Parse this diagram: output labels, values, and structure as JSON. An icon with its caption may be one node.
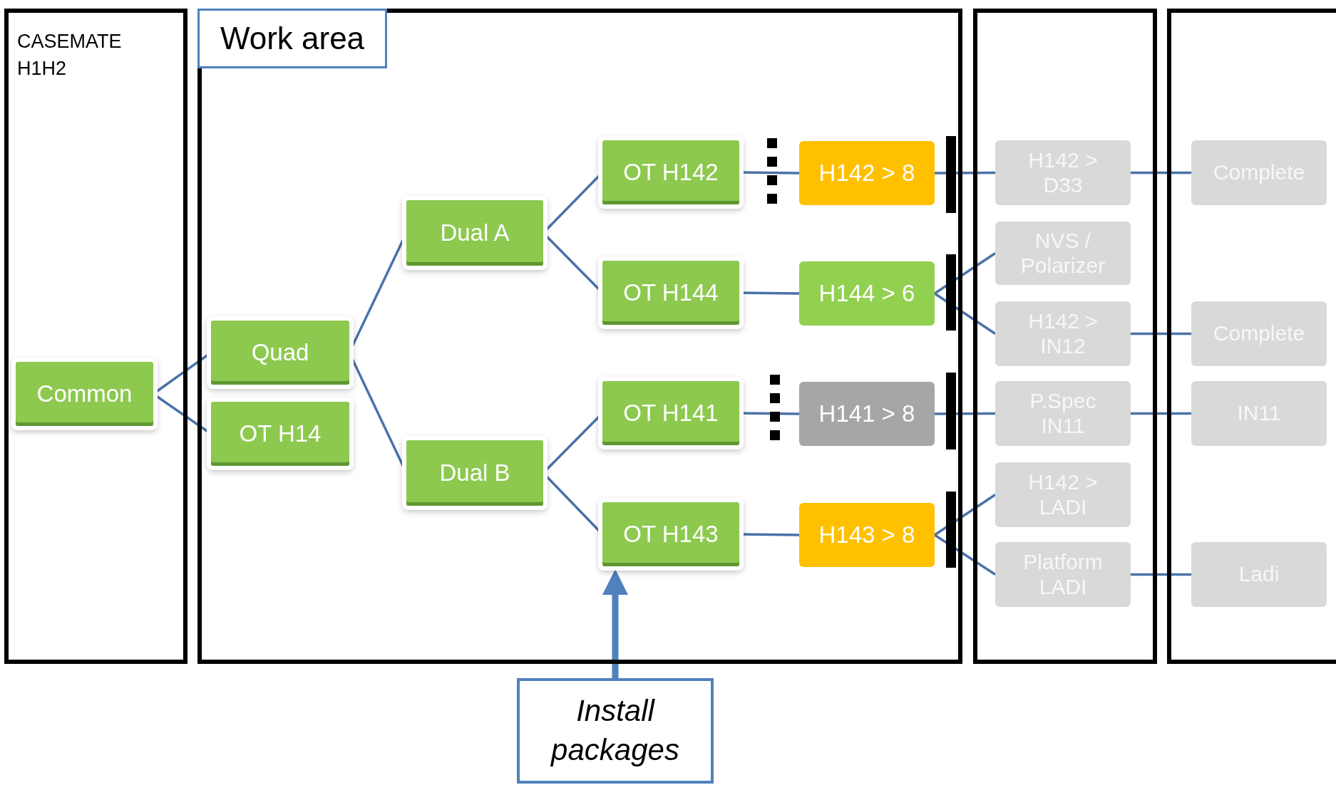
{
  "diagram": {
    "nodes": [
      {
        "text": [
          "CASEMATE H1H2"
        ]
      },
      {
        "text": [],
        "shape": "box"
      },
      {
        "text": [],
        "shape": "box"
      },
      {
        "text": [],
        "shape": "box"
      },
      {
        "text": [
          "Work area"
        ],
        "in": 1
      },
      {
        "text": [
          "Common"
        ],
        "in": 0
      },
      {
        "text": [
          "Quad"
        ],
        "in": 1
      },
      {
        "text": [
          "OT H14"
        ],
        "in": 1
      },
      {
        "text": [
          "Dual A"
        ],
        "in": 1
      },
      {
        "text": [
          "Dual B"
        ],
        "in": 1
      },
      {
        "text": [
          "OT H142"
        ],
        "in": 1
      },
      {
        "text": [
          "OT H144"
        ],
        "in": 1
      },
      {
        "text": [
          "OT H141"
        ],
        "in": 1
      },
      {
        "text": [
          "OT H143"
        ],
        "in": 1
      },
      {
        "text": [
          "H142 > 8"
        ],
        "in": 1
      },
      {
        "text": [
          "H144 > 6"
        ],
        "in": 1
      },
      {
        "text": [
          "H141 > 8"
        ],
        "in": 1
      },
      {
        "text": [
          "H143 > 8"
        ],
        "in": 1
      },
      {
        "text": [
          "H142 > D33"
        ],
        "in": 2
      },
      {
        "text": [
          "NVS / Polarizer"
        ],
        "in": 2
      },
      {
        "text": [
          "H142 > IN12"
        ],
        "in": 2
      },
      {
        "text": [
          "P.Spec IN11"
        ],
        "in": 2
      },
      {
        "text": [
          "H142 > LADI"
        ],
        "in": 2
      },
      {
        "text": [
          "Platform LADI"
        ],
        "in": 2
      },
      {
        "text": [
          "Complete"
        ],
        "in": 3
      },
      {
        "text": [
          "Complete"
        ],
        "in": 3
      },
      {
        "text": [
          "IN11"
        ],
        "in": 3
      },
      {
        "text": [
          "Ladi"
        ],
        "in": 3
      },
      {
        "text": [
          "Install packages"
        ]
      },
      {
        "text": [],
        "shape": "bar",
        "in": 1
      },
      {
        "text": [],
        "shape": "bar",
        "in": 1
      },
      {
        "text": [],
        "shape": "bar",
        "in": 1
      },
      {
        "text": [],
        "shape": "bar",
        "in": 1
      }
    ],
    "edges": [
      {
        "from": 5,
        "to": 6,
        "arrow": "none"
      },
      {
        "from": 5,
        "to": 7,
        "arrow": "none"
      },
      {
        "from": 6,
        "to": 8,
        "arrow": "none"
      },
      {
        "from": 6,
        "to": 9,
        "arrow": "none"
      },
      {
        "from": 8,
        "to": 10,
        "arrow": "none"
      },
      {
        "from": 8,
        "to": 11,
        "arrow": "none"
      },
      {
        "from": 9,
        "to": 12,
        "arrow": "none"
      },
      {
        "from": 9,
        "to": 13,
        "arrow": "none"
      },
      {
        "from": 10,
        "to": 14,
        "arrow": "none"
      },
      {
        "from": 11,
        "to": 15,
        "arrow": "none"
      },
      {
        "from": 12,
        "to": 16,
        "arrow": "none"
      },
      {
        "from": 13,
        "to": 17,
        "arrow": "none"
      },
      {
        "from": 14,
        "to": 18,
        "arrow": "none"
      },
      {
        "from": 15,
        "to": 19,
        "arrow": "none"
      },
      {
        "from": 15,
        "to": 20,
        "arrow": "none"
      },
      {
        "from": 16,
        "to": 21,
        "arrow": "none"
      },
      {
        "from": 17,
        "to": 22,
        "arrow": "none"
      },
      {
        "from": 17,
        "to": 23,
        "arrow": "none"
      },
      {
        "from": 18,
        "to": 24,
        "arrow": "none"
      },
      {
        "from": 20,
        "to": 25,
        "arrow": "none"
      },
      {
        "from": 21,
        "to": 26,
        "arrow": "none"
      },
      {
        "from": 23,
        "to": 27,
        "arrow": "none"
      },
      {
        "from": 28,
        "to": 13,
        "arrow": "to",
        "style": "thick"
      }
    ]
  }
}
